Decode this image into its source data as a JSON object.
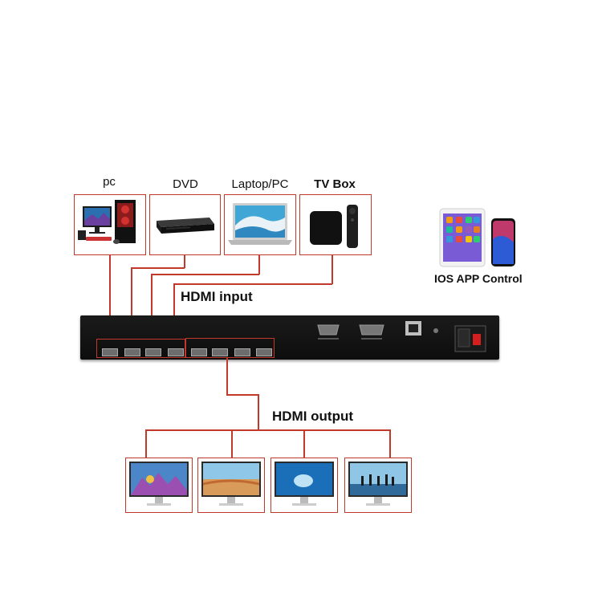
{
  "sources": [
    {
      "label": "pc",
      "icon": "desktop-pc-icon"
    },
    {
      "label": "DVD",
      "icon": "dvd-player-icon"
    },
    {
      "label": "Laptop/PC",
      "icon": "laptop-icon"
    },
    {
      "label": "TV Box",
      "icon": "tv-box-icon"
    }
  ],
  "hdmi_input_label": "HDMI input",
  "hdmi_output_label": "HDMI output",
  "ios_label": "IOS APP Control",
  "outputs": [
    {
      "icon": "monitor-icon"
    },
    {
      "icon": "monitor-icon"
    },
    {
      "icon": "monitor-icon"
    },
    {
      "icon": "monitor-icon"
    }
  ],
  "colors": {
    "connector": "#c0392b",
    "device_body": "#111111"
  }
}
